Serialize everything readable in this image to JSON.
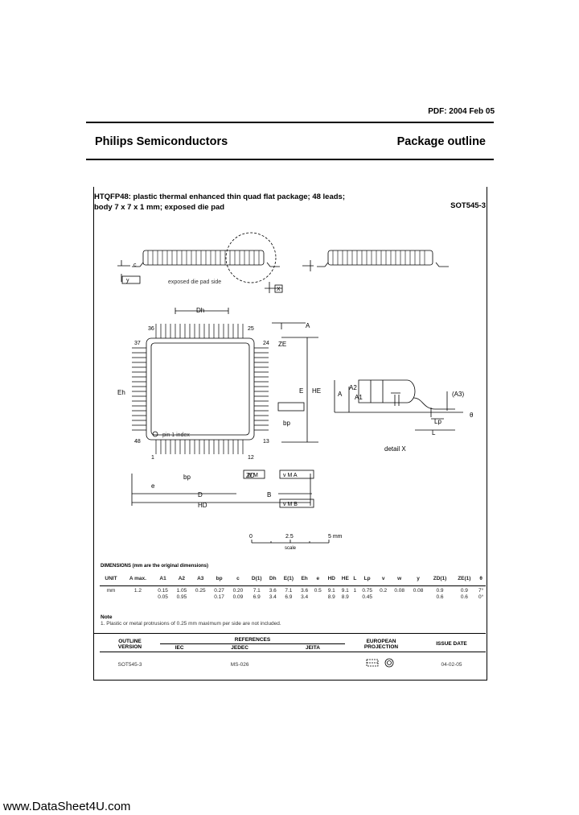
{
  "header": {
    "pdf_date": "PDF: 2004 Feb 05",
    "company": "Philips Semiconductors",
    "doc_type": "Package outline"
  },
  "package": {
    "title_line1": "HTQFP48: plastic thermal enhanced thin quad flat package; 48 leads;",
    "title_line2": "body 7 x 7 x 1 mm; exposed die pad",
    "code": "SOT545-3"
  },
  "drawing": {
    "pins": {
      "top_left": "36",
      "top_right": "25",
      "right_top": "24",
      "right_bottom": "13",
      "left_top": "37",
      "left_bottom": "48",
      "bottom_left": "1",
      "bottom_right": "12"
    },
    "labels": {
      "exposed_die_pad_side": "exposed die pad side",
      "pin1_index": "pin 1 index",
      "detail": "detail X",
      "x": "X",
      "a": "A",
      "a1": "A1",
      "a2": "A2",
      "a3": "(A3)",
      "dh": "Dh",
      "eh": "Eh",
      "e": "E",
      "he": "HE",
      "d": "D",
      "hd": "HD",
      "ze": "ZE",
      "zd": "ZD",
      "bp": "bp",
      "lp": "Lp",
      "l": "L",
      "theta": "θ",
      "v_m_a": "v M A",
      "v_m_b": "v M B",
      "w_m": "w M",
      "y": "y",
      "b": "B",
      "e_small": "e"
    }
  },
  "scale": {
    "labels": [
      "0",
      "2.5",
      "5 mm"
    ],
    "caption": "scale"
  },
  "dimensions": {
    "caption": "DIMENSIONS (mm are the original dimensions)",
    "headers": [
      "UNIT",
      "A max.",
      "A1",
      "A2",
      "A3",
      "bp",
      "c",
      "D(1)",
      "Dh",
      "E(1)",
      "Eh",
      "e",
      "HD",
      "HE",
      "L",
      "Lp",
      "v",
      "w",
      "y",
      "ZD(1)",
      "ZE(1)",
      "θ"
    ],
    "rows": [
      [
        "mm",
        "1.2",
        "0.15\n0.05",
        "1.05\n0.95",
        "0.25",
        "0.27\n0.17",
        "0.20\n0.09",
        "7.1\n6.9",
        "3.6\n3.4",
        "7.1\n6.9",
        "3.6\n3.4",
        "0.5",
        "9.1\n8.9",
        "9.1\n8.9",
        "1",
        "0.75\n0.45",
        "0.2",
        "0.08",
        "0.08",
        "0.9\n0.6",
        "0.9\n0.6",
        "7°\n0°"
      ]
    ]
  },
  "note": {
    "title": "Note",
    "text": "1. Plastic or metal protrusions of 0.25 mm maximum per side are not included."
  },
  "references": {
    "col_outline": "OUTLINE\nVERSION",
    "col_refs": "REFERENCES",
    "col_iec": "IEC",
    "col_jedec": "JEDEC",
    "col_jeita": "JEITA",
    "col_projection": "EUROPEAN\nPROJECTION",
    "col_issue": "ISSUE DATE",
    "outline": "SOT545-3",
    "iec": "",
    "jedec": "MS-026",
    "jeita": "",
    "issue": "04-02-05"
  },
  "watermark": "www.DataSheet4U.com"
}
